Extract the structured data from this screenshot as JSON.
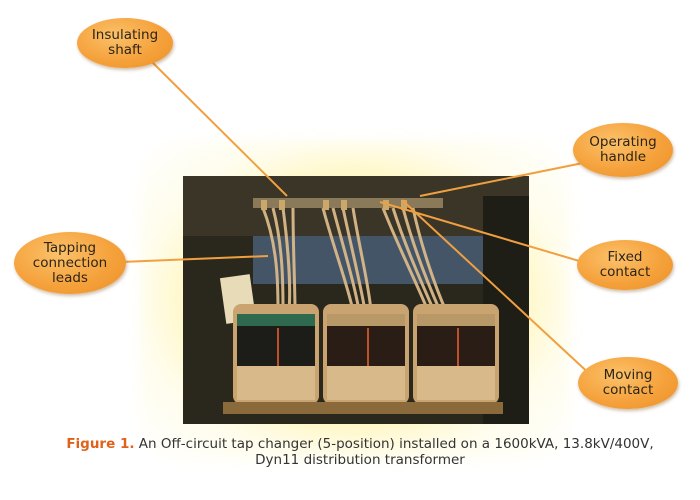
{
  "labels": {
    "insulating_shaft": "Insulating\nshaft",
    "operating_handle": "Operating\nhandle",
    "tapping_leads": "Tapping\nconnection\nleads",
    "fixed_contact": "Fixed\ncontact",
    "moving_contact": "Moving\ncontact"
  },
  "caption": {
    "figure_label": "Figure 1.",
    "text": "An Off-circuit tap changer (5-position) installed on a 1600kVA, 13.8kV/400V, Dyn11 distribution transformer"
  },
  "colors": {
    "callout": "#f5a23c",
    "figure_label": "#e0621a",
    "leader_line": "#f0a040",
    "glow": "#ffec78"
  }
}
